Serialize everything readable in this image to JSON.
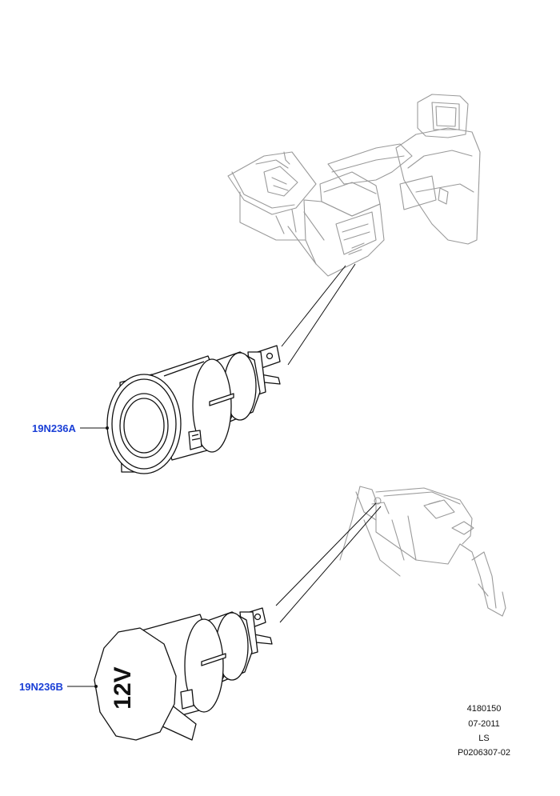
{
  "callouts": {
    "part_a": "19N236A",
    "part_b": "19N236B"
  },
  "cap_text": "12V",
  "footer": {
    "line1": "4180150",
    "line2": "07-2011",
    "line3": "LS",
    "line4": "P0206307-02"
  },
  "colors": {
    "callout": "#1a3fd6",
    "line": "#111111",
    "context_line": "#9a9a9a"
  },
  "icons": [
    "power-socket-illustration",
    "capped-power-socket-illustration",
    "rear-console-context",
    "luggage-area-context"
  ]
}
